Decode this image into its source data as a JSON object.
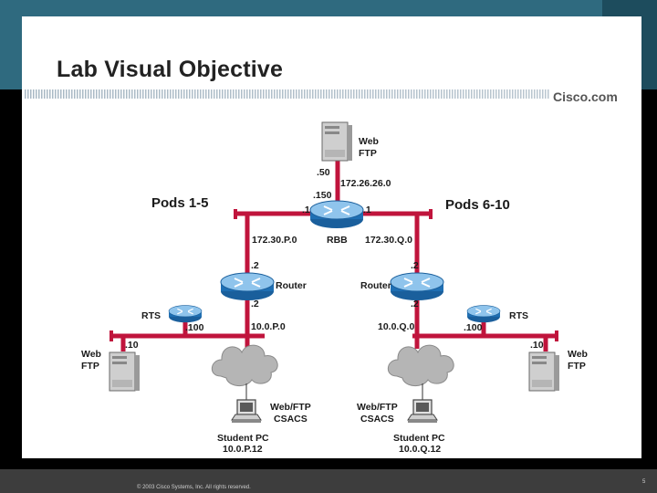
{
  "slide": {
    "title": "Lab Visual Objective",
    "brand": "Cisco.com",
    "copyright": "© 2003 Cisco Systems, Inc. All rights reserved.",
    "page_number": "5"
  },
  "diagram": {
    "server_top": {
      "label_line1": "Web",
      "label_line2": "FTP",
      "addr": ".50"
    },
    "top_network": "172.26.26.0",
    "rbb": {
      "addr_top": ".150",
      "label": "RBB",
      "left_if": ".1",
      "right_if": ".1"
    },
    "pods_left": "Pods 1-5",
    "pods_right": "Pods 6-10",
    "left": {
      "net_upper": "172.30.P.0",
      "router_label": "Router",
      "router_upper_if": ".2",
      "router_lower_if": ".2",
      "net_lower": "10.0.P.0",
      "rts_label": "RTS",
      "rts_if": ".100",
      "server_addr": ".10",
      "server_label1": "Web",
      "server_label2": "FTP",
      "cloud_label1": "Web/FTP",
      "cloud_label2": "CSACS",
      "pc_label1": "Student PC",
      "pc_label2": "10.0.P.12"
    },
    "right": {
      "net_upper": "172.30.Q.0",
      "router_label": "Router",
      "router_upper_if": ".2",
      "router_lower_if": ".2",
      "net_lower": "10.0.Q.0",
      "rts_label": "RTS",
      "rts_if": ".100",
      "server_addr": ".10",
      "server_label1": "Web",
      "server_label2": "FTP",
      "cloud_label1": "Web/FTP",
      "cloud_label2": "CSACS",
      "pc_label1": "Student PC",
      "pc_label2": "10.0.Q.12"
    },
    "colors": {
      "link": "#c0143c",
      "router_body": "#1f6fb3",
      "router_top": "#8fc4ec",
      "cloud": "#b0b0b0",
      "server": "#c8c8c8"
    }
  }
}
